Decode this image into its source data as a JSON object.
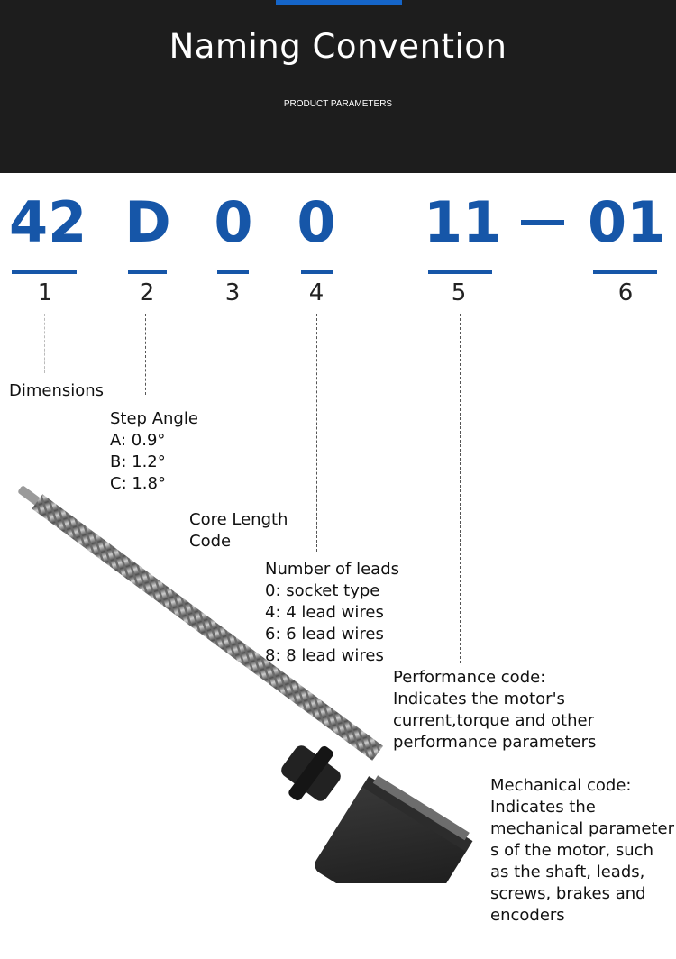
{
  "header": {
    "title": "Naming Convention",
    "subtitle": "PRODUCT PARAMETERS"
  },
  "code": {
    "chars": [
      "42",
      "D",
      "0",
      "0",
      "11",
      "01"
    ],
    "positions": [
      "1",
      "2",
      "3",
      "4",
      "5",
      "6"
    ]
  },
  "descriptions": {
    "dimensions": "Dimensions",
    "step_angle": {
      "title": "Step Angle",
      "lines": [
        "A:  0.9°",
        "B:  1.2°",
        "C:  1.8°"
      ]
    },
    "core_length": [
      "Core Length",
      "Code"
    ],
    "leads": {
      "title": "Number of leads",
      "lines": [
        "0: socket type",
        "4: 4 lead wires",
        "6: 6 lead wires",
        "8: 8 lead wires"
      ]
    },
    "performance": [
      "Performance code:",
      "Indicates the motor's",
      "current,torque and other",
      "performance parameters"
    ],
    "mechanical": [
      "Mechanical code:",
      "Indicates the",
      "mechanical parameter",
      "s of the motor, such",
      "as the shaft, leads,",
      "screws, brakes and",
      "encoders"
    ]
  },
  "colors": {
    "accent": "#1656a8",
    "header_bg": "#1d1d1d"
  }
}
